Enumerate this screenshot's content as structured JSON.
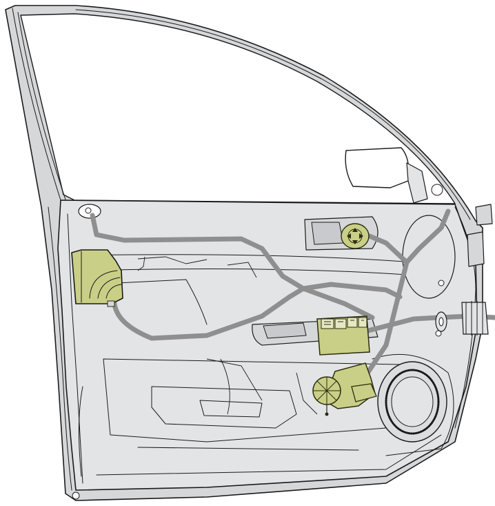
{
  "colors": {
    "background": "#ffffff",
    "door_panel": "#e3e4e6",
    "door_frame": "#d6d7d9",
    "outline": "#1a1a1a",
    "wiring_harness": "#8f8f8f",
    "highlight_components": "#c9cf86",
    "highlight_outline": "#2b2b10",
    "speaker_grille": "#dcdddf"
  },
  "components": [
    {
      "id": "door-control-module",
      "icon": "module-box",
      "highlighted": true
    },
    {
      "id": "window-switch-panel",
      "icon": "switch-block",
      "highlighted": true
    },
    {
      "id": "mirror-adjust-switch",
      "icon": "joystick",
      "highlighted": true
    },
    {
      "id": "window-regulator-motor",
      "icon": "motor",
      "highlighted": true
    },
    {
      "id": "door-speaker",
      "icon": "speaker",
      "highlighted": false
    },
    {
      "id": "door-wiring-boot",
      "icon": "bellows",
      "highlighted": false
    },
    {
      "id": "side-mirror",
      "icon": "mirror",
      "highlighted": false
    }
  ]
}
